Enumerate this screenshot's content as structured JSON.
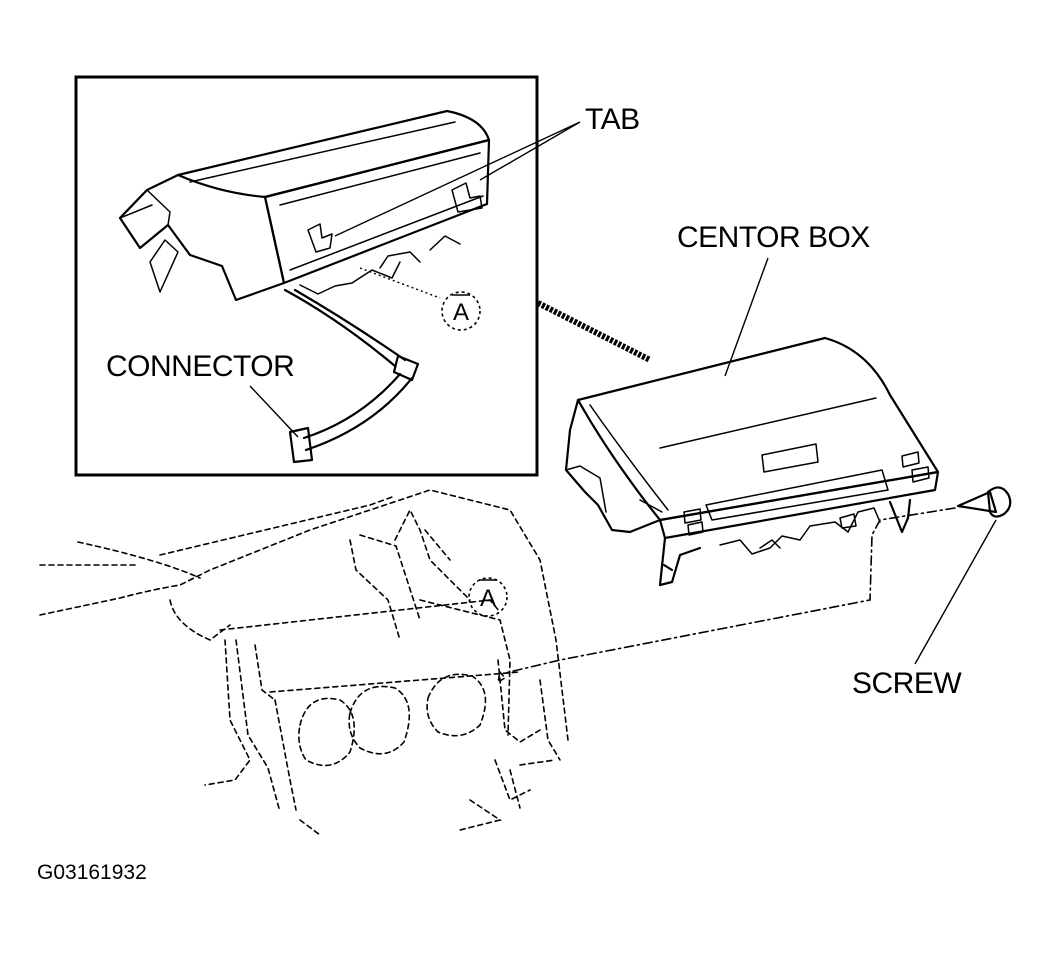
{
  "labels": {
    "tab": "TAB",
    "centor_box": "CENTOR BOX",
    "connector": "CONNECTOR",
    "screw": "SCREW",
    "ref_inset": "A",
    "ref_dash": "A"
  },
  "figure_code": "G03161932",
  "icons": {
    "box": "center-console-box",
    "screw": "screw",
    "dashboard": "instrument-panel"
  }
}
